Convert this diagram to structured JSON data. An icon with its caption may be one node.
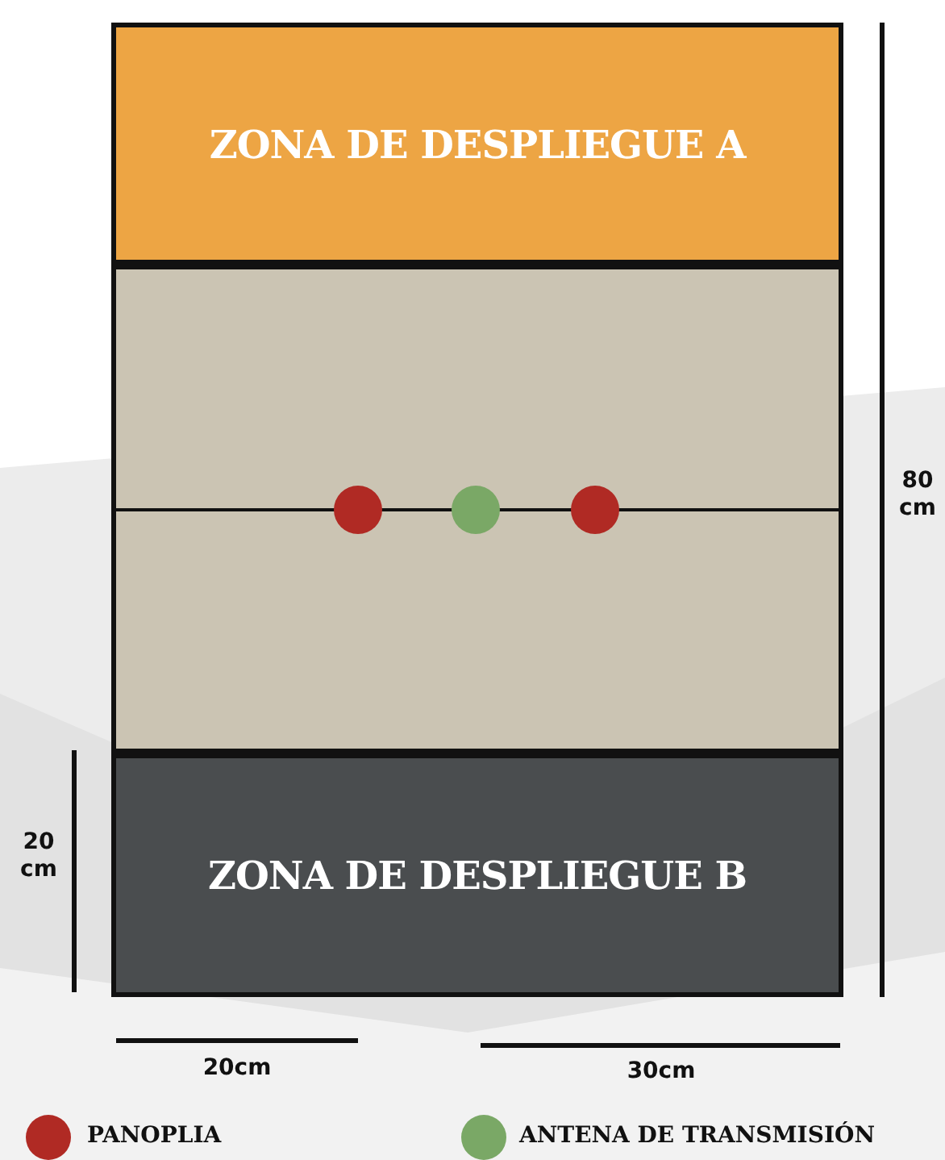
{
  "diagram": {
    "nodes": [
      {
        "text": [
          "ZONA DE DESPLIEGUE A"
        ]
      },
      {
        "text": [],
        "shape": "box"
      },
      {
        "text": [
          "ZONA DE DESPLIEGUE B"
        ]
      }
    ],
    "labels": [
      "80 cm",
      "20 cm",
      "20cm",
      "30cm"
    ],
    "legend": [
      {
        "text": "PANOPLIA",
        "color": "#b02a24"
      },
      {
        "text": "ANTENA DE TRANSMISIÓN",
        "color": "#7aa866"
      }
    ]
  }
}
